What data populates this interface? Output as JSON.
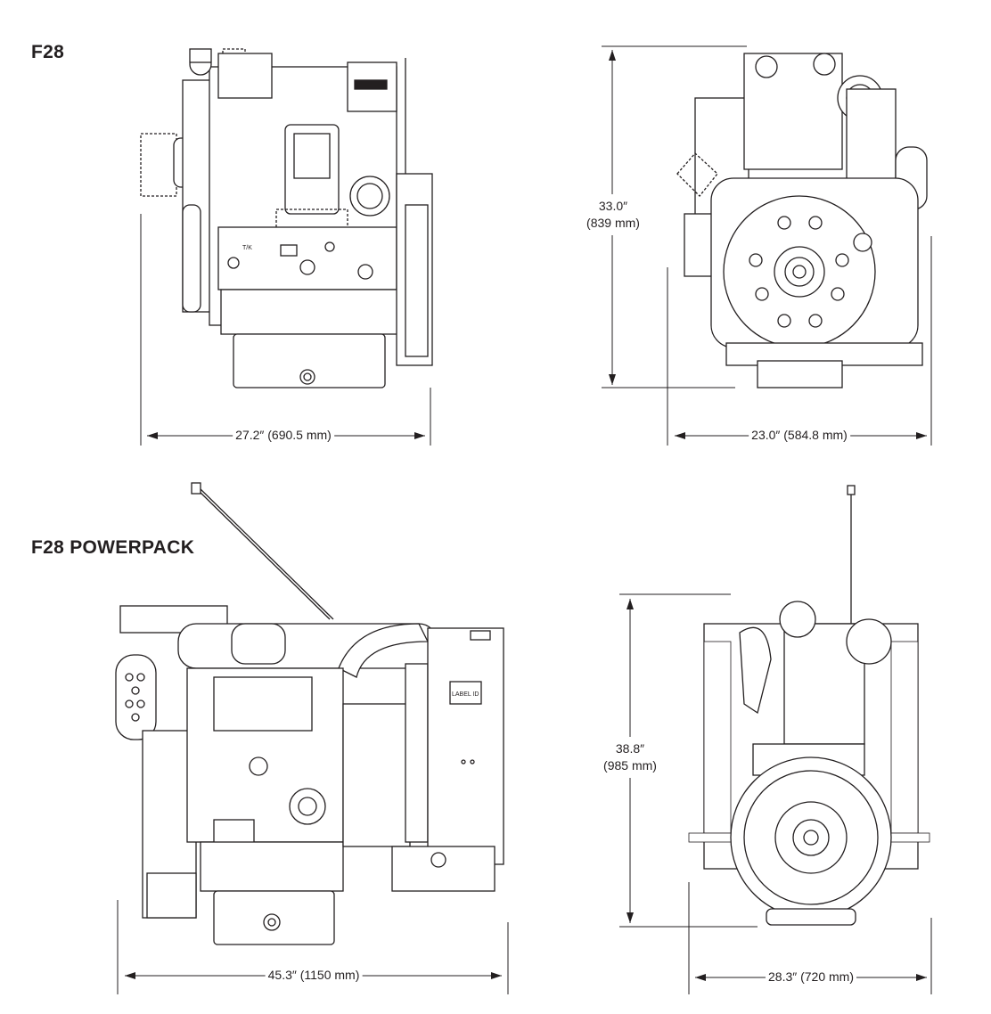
{
  "sections": [
    {
      "title": "F28",
      "front_width": "27.2″ (690.5 mm)",
      "side_height_in": "33.0″",
      "side_height_mm": "(839 mm)",
      "side_width": "23.0″ (584.8 mm)"
    },
    {
      "title": "F28 POWERPACK",
      "front_width": "45.3″ (1150 mm)",
      "side_height_in": "38.8″",
      "side_height_mm": "(985 mm)",
      "side_width": "28.3″ (720 mm)",
      "label_plate": "LABEL ID"
    }
  ]
}
